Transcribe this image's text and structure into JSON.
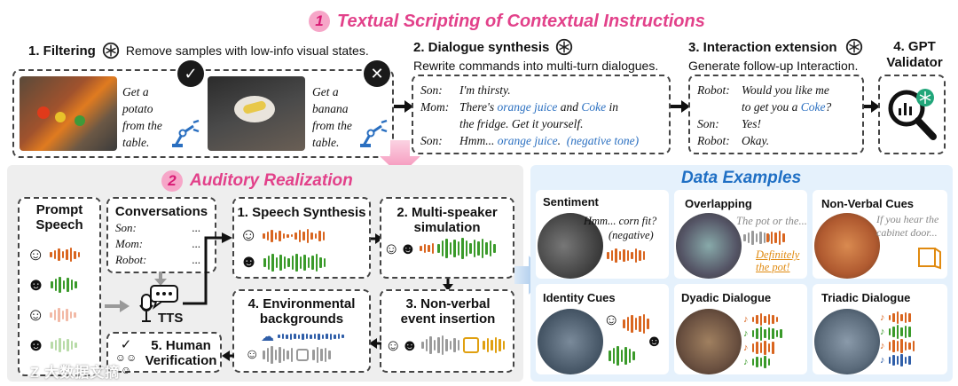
{
  "section1": {
    "number": "1",
    "title": "Textual Scripting of Contextual Instructions",
    "step1": {
      "label": "1. Filtering",
      "desc": "Remove samples with low-info visual states."
    },
    "step2": {
      "label": "2. Dialogue synthesis",
      "desc": "Rewrite commands into multi-turn dialogues."
    },
    "step3": {
      "label": "3. Interaction extension",
      "desc": "Generate follow-up Interaction."
    },
    "step4": {
      "label": "4. GPT Validator"
    },
    "sample_good": {
      "lines": [
        "Get a",
        "potato",
        "from the",
        "table."
      ]
    },
    "sample_bad": {
      "lines": [
        "Get a",
        "banana",
        "from the",
        "table."
      ]
    },
    "dialogue": [
      {
        "speaker": "Son:",
        "text": "I'm thirsty."
      },
      {
        "speaker": "Mom:",
        "pre": "There's ",
        "hl1": "orange juice",
        "mid": " and ",
        "hl2": "Coke",
        "post": " in"
      },
      {
        "speaker": "",
        "text": "the fridge. Get it yourself."
      },
      {
        "speaker": "Son:",
        "pre": "Hmm... ",
        "hl1": "orange juice",
        "mid": ".  ",
        "hl2": "(negative tone)",
        "post": ""
      }
    ],
    "interaction": [
      {
        "speaker": "Robot:",
        "text": "Would you like me"
      },
      {
        "speaker": "",
        "pre": "to get you a ",
        "hl": "Coke",
        "post": "?"
      },
      {
        "speaker": "Son:",
        "text": "Yes!"
      },
      {
        "speaker": "Robot:",
        "text": "Okay."
      }
    ]
  },
  "section2": {
    "number": "2",
    "title": "Auditory Realization",
    "prompt_speech": "Prompt Speech",
    "conversations": {
      "title": "Conversations",
      "rows": [
        {
          "speaker": "Son:",
          "dots": "..."
        },
        {
          "speaker": "Mom:",
          "dots": "..."
        },
        {
          "speaker": "Robot:",
          "dots": "..."
        }
      ]
    },
    "tts": "TTS",
    "speech_synthesis": "1. Speech Synthesis",
    "multi_speaker": "2. Multi-speaker simulation",
    "non_verbal": "3. Non-verbal event insertion",
    "environmental": "4. Environmental backgrounds",
    "human_verification": "5. Human Verification"
  },
  "data_examples": {
    "title": "Data Examples",
    "cards": [
      {
        "title": "Sentiment",
        "quote": "Hmm... corn fit?",
        "note": "(negative)"
      },
      {
        "title": "Overlapping",
        "quote": "The pot or the...",
        "note": "Definitely the pot!"
      },
      {
        "title": "Non-Verbal Cues",
        "quote": "If you hear the cabinet door..."
      },
      {
        "title": "Identity Cues"
      },
      {
        "title": "Dyadic Dialogue"
      },
      {
        "title": "Triadic Dialogue"
      }
    ]
  },
  "colors": {
    "pink": "#e2418a",
    "blue_title": "#1f6fc4",
    "orange_wave": "#d9651f",
    "green_wave": "#3a9a2a",
    "blue_wave": "#2f5ea8",
    "gray_wave": "#9a9a9a"
  },
  "watermark": "Z 大数据文摘"
}
